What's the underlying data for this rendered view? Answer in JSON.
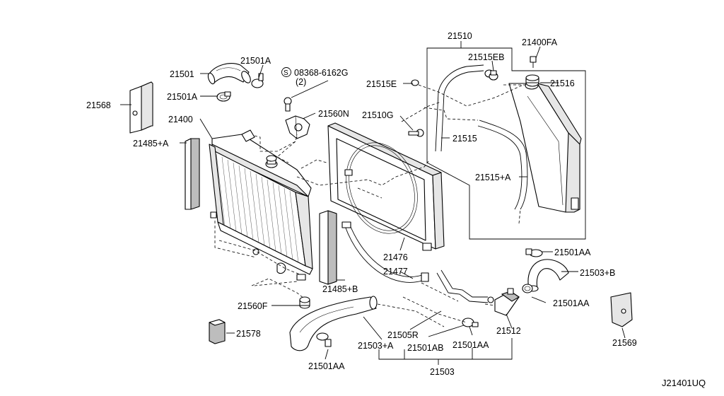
{
  "diagram_id": "J21401UQ",
  "labels": {
    "p21510": "21510",
    "p21400fa": "21400FA",
    "p21515eb": "21515EB",
    "p21501a_top": "21501A",
    "p21501": "21501",
    "s_08368": "08368-6162G",
    "s_qty": "(2)",
    "p21515e": "21515E",
    "p21516": "21516",
    "p21501a_mid": "21501A",
    "p21568": "21568",
    "p21560n": "21560N",
    "p21400": "21400",
    "p21510g": "21510G",
    "p21515": "21515",
    "p21485a": "21485+A",
    "p21515a": "21515+A",
    "p21501aa_r1": "21501AA",
    "p21476": "21476",
    "p21477": "21477",
    "p21503b": "21503+B",
    "p21485b": "21485+B",
    "p21501aa_r2": "21501AA",
    "p21560f": "21560F",
    "p21505r": "21505R",
    "p21512": "21512",
    "p21578": "21578",
    "p21503a": "21503+A",
    "p21501ab": "21501AB",
    "p21501aa_b2": "21501AA",
    "p21569": "21569",
    "p21501aa_b1": "21501AA",
    "p21503": "21503"
  }
}
